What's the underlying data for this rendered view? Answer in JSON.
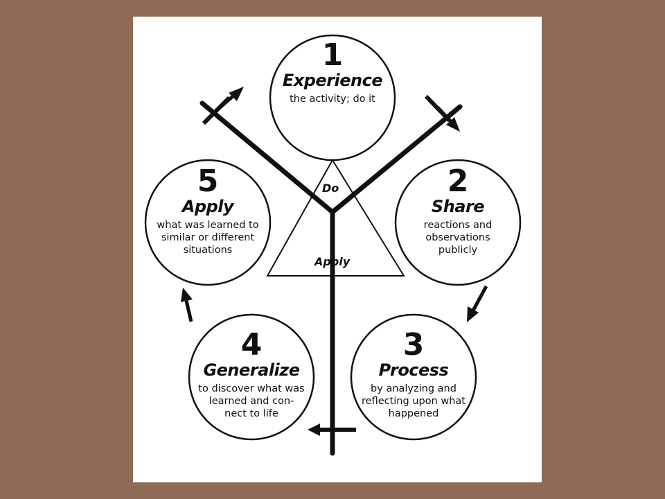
{
  "stages": [
    {
      "number": "1",
      "title": "Experience",
      "description": [
        "the activity; do it"
      ]
    },
    {
      "number": "2",
      "title": "Share",
      "description": [
        "reactions and",
        "observations",
        "publicly"
      ]
    },
    {
      "number": "3",
      "title": "Process",
      "description": [
        "by analyzing and",
        "reflecting upon what",
        "happened"
      ]
    },
    {
      "number": "4",
      "title": "Generalize",
      "description": [
        "to discover what was",
        "learned and con-",
        "nect to life"
      ]
    },
    {
      "number": "5",
      "title": "Apply",
      "description": [
        "what was learned to",
        "similar or different",
        "situations"
      ]
    }
  ],
  "triangle": {
    "top_label": "Do",
    "bottom_label": "Apply"
  },
  "colors": {
    "background": "#8e6b55",
    "panel": "#ffffff",
    "ink": "#111111"
  }
}
